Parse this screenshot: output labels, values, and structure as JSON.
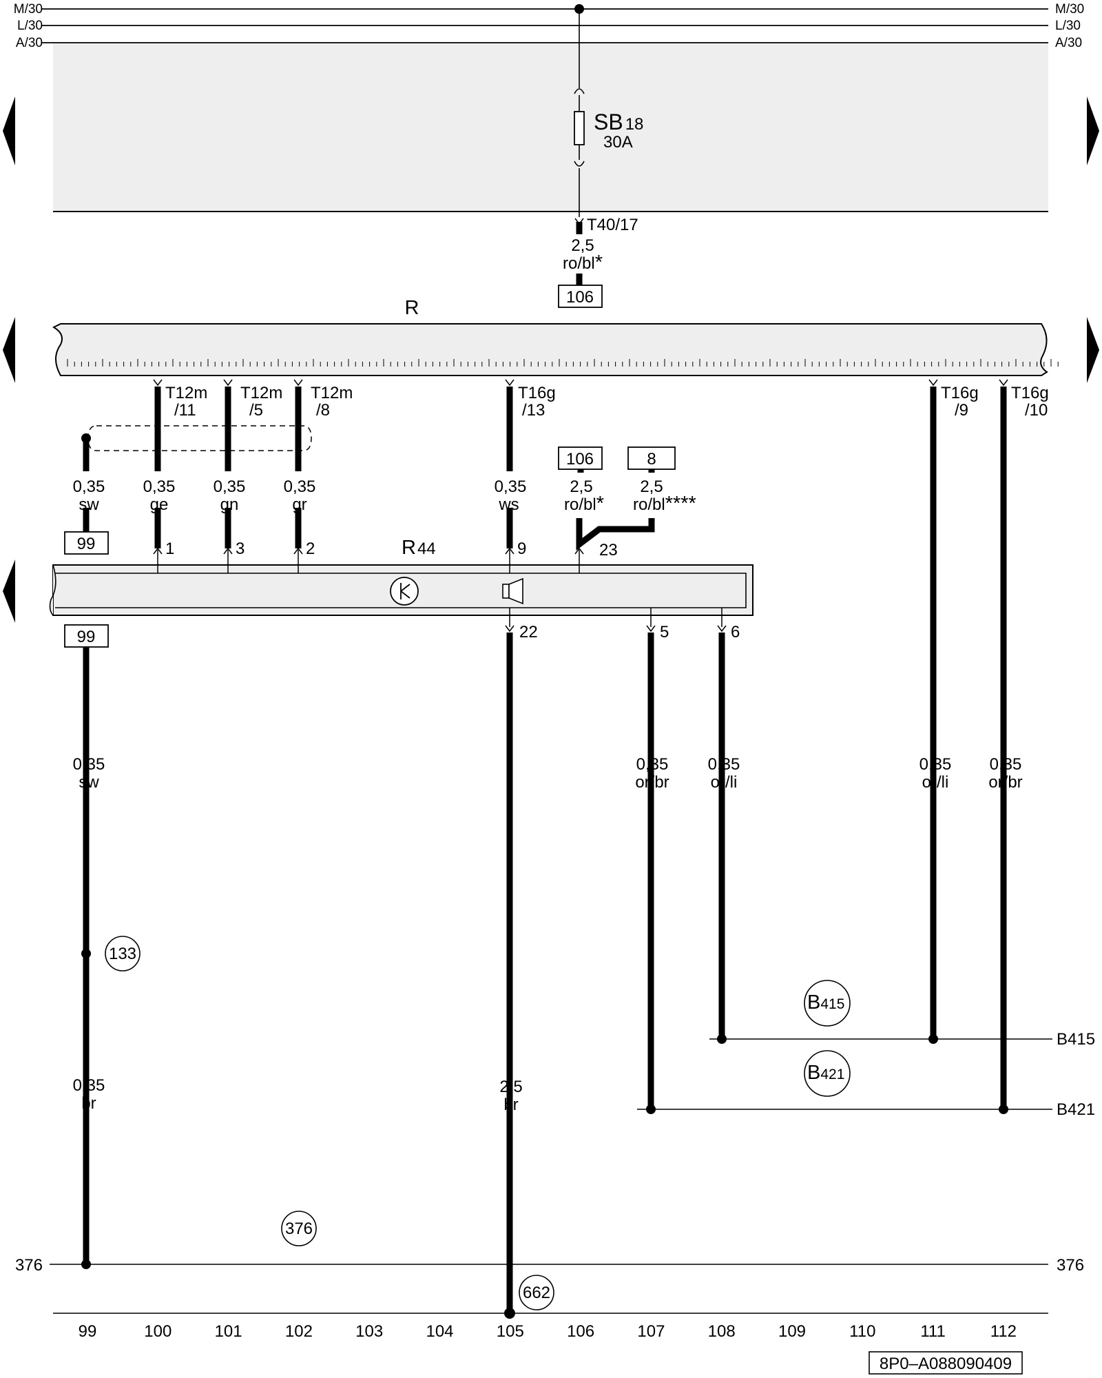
{
  "bus": {
    "left": [
      "M/30",
      "L/30",
      "A/30"
    ],
    "right": [
      "M/30",
      "L/30",
      "A/30"
    ]
  },
  "fuse": {
    "name": "SB",
    "num": "18",
    "rating": "30A"
  },
  "connector_top": {
    "label": "T40/17",
    "size": "2,5",
    "color": "ro/bl",
    "mark": "*",
    "ref": "106"
  },
  "component_r": {
    "label": "R"
  },
  "r_pins": [
    {
      "l1": "T12m",
      "l2": "/11"
    },
    {
      "l1": "T12m",
      "l2": "/5"
    },
    {
      "l1": "T12m",
      "l2": "/8"
    },
    {
      "l1": "T16g",
      "l2": "/13"
    },
    {
      "l1": "T16g",
      "l2": "/9"
    },
    {
      "l1": "T16g",
      "l2": "/10"
    }
  ],
  "upper_wires": [
    {
      "size": "0,35",
      "color": "sw"
    },
    {
      "size": "0,35",
      "color": "ge"
    },
    {
      "size": "0,35",
      "color": "gn"
    },
    {
      "size": "0,35",
      "color": "gr"
    },
    {
      "size": "0,35",
      "color": "ws"
    },
    {
      "size": "2,5",
      "color": "ro/bl",
      "mark": "*"
    },
    {
      "size": "2,5",
      "color": "ro/bl",
      "mark": "****"
    }
  ],
  "refs_top": [
    "99",
    "106",
    "8"
  ],
  "component_r44": {
    "name": "R",
    "num": "44",
    "pins_top": [
      "1",
      "3",
      "2",
      "9",
      "23"
    ],
    "pins_bottom": [
      "22",
      "5",
      "6"
    ]
  },
  "ref_left_bottom": "99",
  "lower_wires": [
    {
      "size": "0,35",
      "color": "sw"
    },
    {
      "size": "0,35",
      "color": "or/br"
    },
    {
      "size": "0,35",
      "color": "or/li"
    },
    {
      "size": "0,35",
      "color": "or/li"
    },
    {
      "size": "0,35",
      "color": "or/br"
    },
    {
      "size": "0,35",
      "color": "br"
    },
    {
      "size": "2,5",
      "color": "br"
    }
  ],
  "circles": [
    "133",
    "376",
    "662"
  ],
  "b_circles": [
    {
      "l": "B",
      "n": "415"
    },
    {
      "l": "B",
      "n": "421"
    }
  ],
  "right_labels": [
    "B415",
    "B421",
    "376"
  ],
  "left_label": "376",
  "columns": [
    "99",
    "100",
    "101",
    "102",
    "103",
    "104",
    "105",
    "106",
    "107",
    "108",
    "109",
    "110",
    "111",
    "112"
  ],
  "code": "8P0–A088090409",
  "colors": {
    "panel": "#eeeeee",
    "line": "#000000"
  }
}
